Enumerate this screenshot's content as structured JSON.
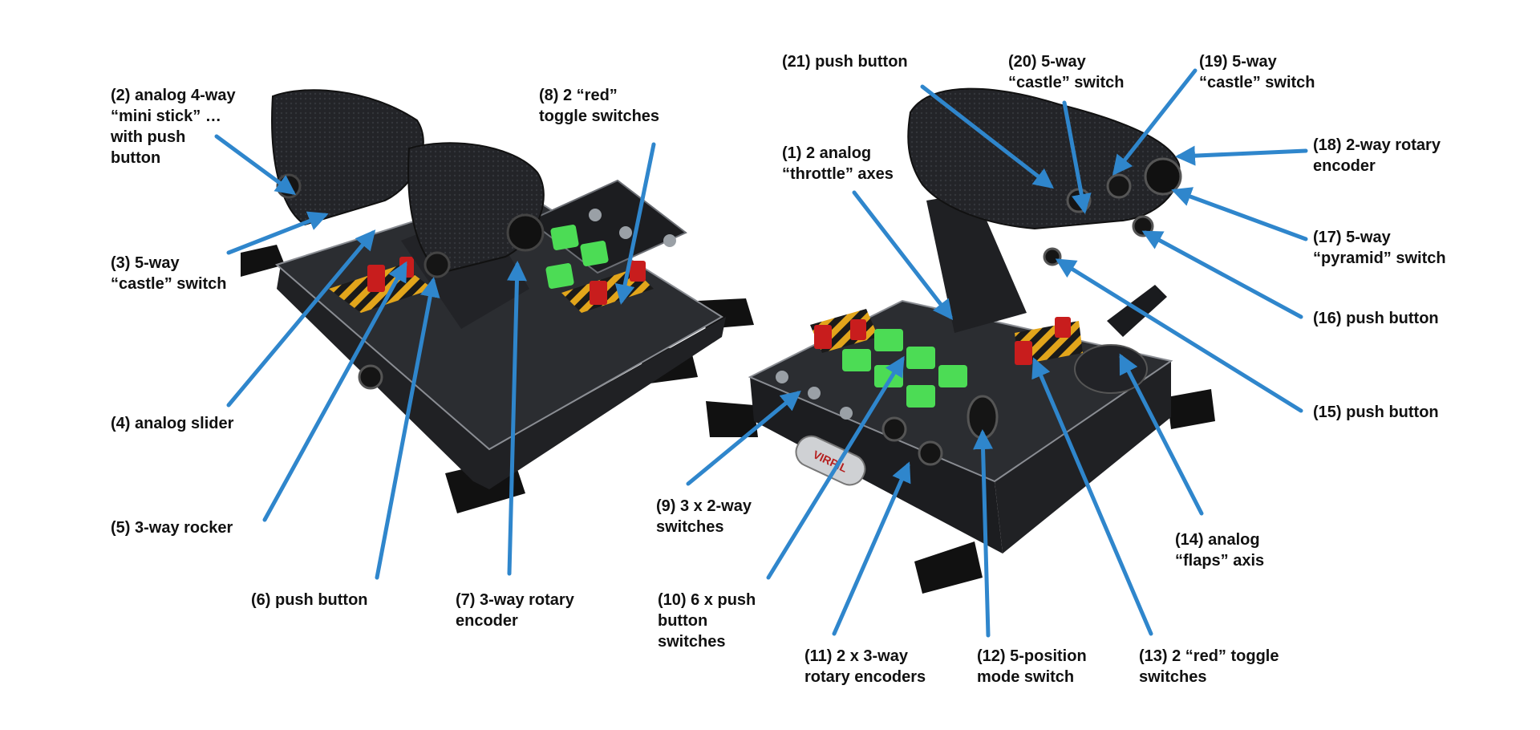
{
  "colors": {
    "arrow": "#2f86cc",
    "body_dark": "#1c1d20",
    "body_mid": "#2b2d31",
    "grip": "#232428",
    "green_button": "#4cdc55",
    "red_switch": "#c81d1d",
    "hazard_yellow": "#e2a51b",
    "label_text": "#111111"
  },
  "brand_plate": "VIRPIL",
  "callouts": [
    {
      "id": "c2",
      "text": "(2) analog 4-way\n“mini stick” …\nwith push\nbutton"
    },
    {
      "id": "c3",
      "text": "(3) 5-way\n“castle” switch"
    },
    {
      "id": "c4",
      "text": "(4) analog slider"
    },
    {
      "id": "c5",
      "text": "(5) 3-way rocker"
    },
    {
      "id": "c6",
      "text": "(6) push button"
    },
    {
      "id": "c7",
      "text": "(7) 3-way rotary\nencoder"
    },
    {
      "id": "c8",
      "text": "(8) 2 “red”\ntoggle switches"
    },
    {
      "id": "c21",
      "text": "(21) push button"
    },
    {
      "id": "c1",
      "text": "(1) 2 analog\n“throttle” axes"
    },
    {
      "id": "c20",
      "text": "(20) 5-way\n“castle” switch"
    },
    {
      "id": "c19",
      "text": "(19) 5-way\n“castle” switch"
    },
    {
      "id": "c18",
      "text": "(18) 2-way rotary\nencoder"
    },
    {
      "id": "c17",
      "text": "(17) 5-way\n“pyramid” switch"
    },
    {
      "id": "c16",
      "text": "(16) push button"
    },
    {
      "id": "c15",
      "text": "(15) push button"
    },
    {
      "id": "c14",
      "text": "(14) analog\n“flaps” axis"
    },
    {
      "id": "c9",
      "text": "(9) 3 x 2-way\nswitches"
    },
    {
      "id": "c10",
      "text": "(10) 6 x push\nbutton\nswitches"
    },
    {
      "id": "c11",
      "text": "(11) 2 x 3-way\nrotary encoders"
    },
    {
      "id": "c12",
      "text": "(12) 5-position\nmode switch"
    },
    {
      "id": "c13",
      "text": "(13) 2 “red” toggle\nswitches"
    }
  ]
}
